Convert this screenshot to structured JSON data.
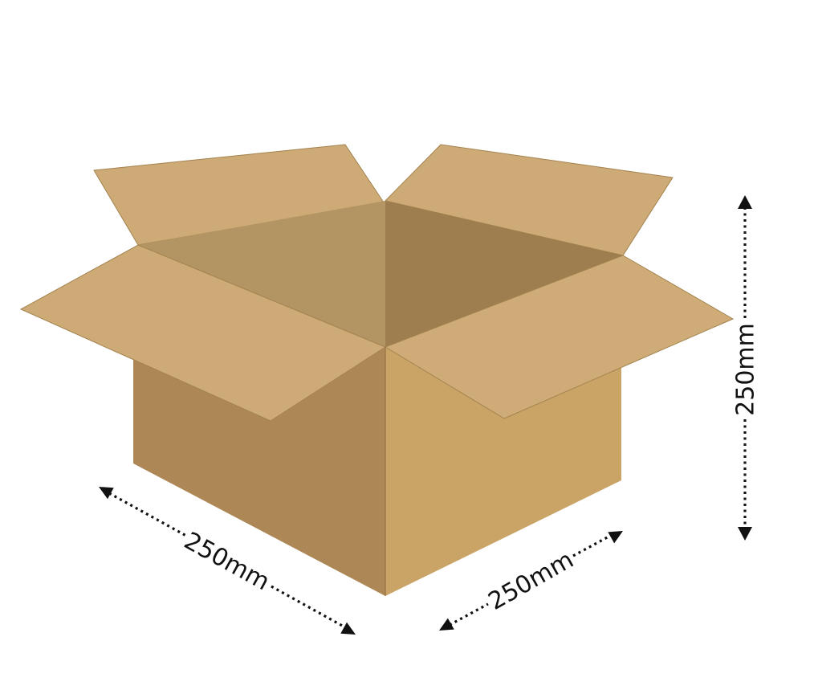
{
  "dimensions": {
    "length": "250mm",
    "width": "250mm",
    "height": "250mm"
  },
  "colors": {
    "background": "#ffffff",
    "flap_light": "#cdaa76",
    "flap_mid": "#c9a46c",
    "interior_left": "#b39463",
    "interior_right": "#9e7e4f",
    "front_left": "#ad8856",
    "front_right": "#c9a466",
    "dimension_ink": "#111111"
  },
  "icons": {
    "object": "cardboard-box-open",
    "dimension_markers": "dotted-double-arrow"
  }
}
